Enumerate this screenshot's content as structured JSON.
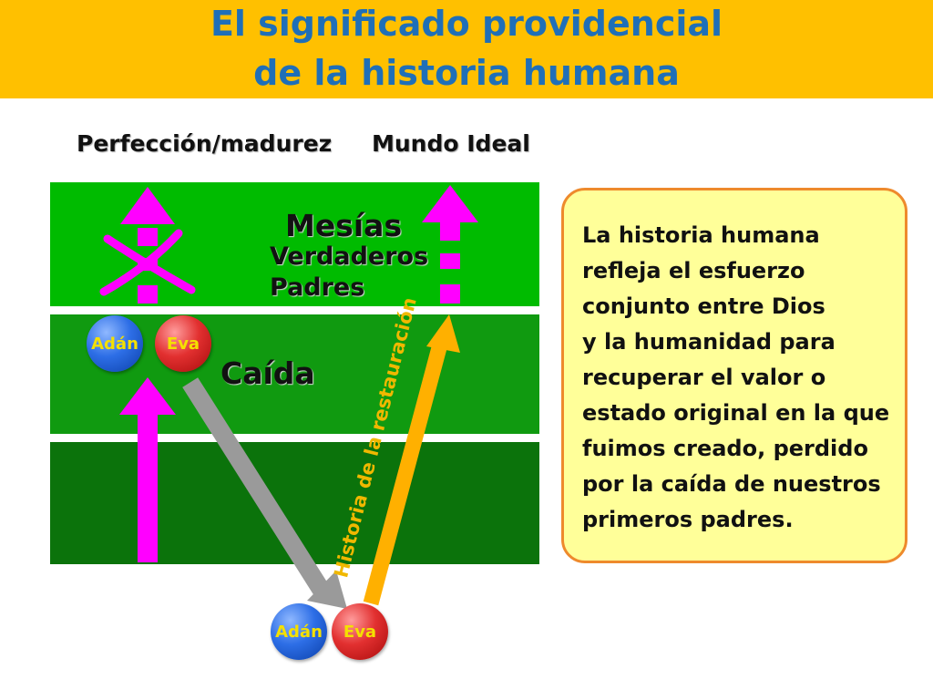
{
  "title": {
    "line1": "El significado providencial",
    "line2": "de la historia humana"
  },
  "diagram": {
    "label_perfection": "Perfección/madurez",
    "label_ideal_world": "Mundo Ideal",
    "mesias": "Mesías",
    "verdaderos": "Verdaderos",
    "padres": "Padres",
    "caida": "Caída",
    "history_label": "Historia de la restauración",
    "adan_top": "Adán",
    "eva_top": "Eva",
    "adan_bottom": "Adán",
    "eva_bottom": "Eva"
  },
  "callout": {
    "text": "La historia humana\nrefleja el esfuerzo\nconjunto entre Dios\ny la humanidad para\nrecuperar el valor o\nestado original en la que\nfuimos creado, perdido\npor la caída de nuestros\nprimeros padres."
  },
  "colors": {
    "header_bg": "#ffc000",
    "title": "#1f6fb8",
    "magenta_arrow": "#ff00ff",
    "restoration_arrow": "#ffb000",
    "fall_arrow": "#999999",
    "callout_bg": "#ffff99",
    "callout_border": "#ee8a2c"
  }
}
